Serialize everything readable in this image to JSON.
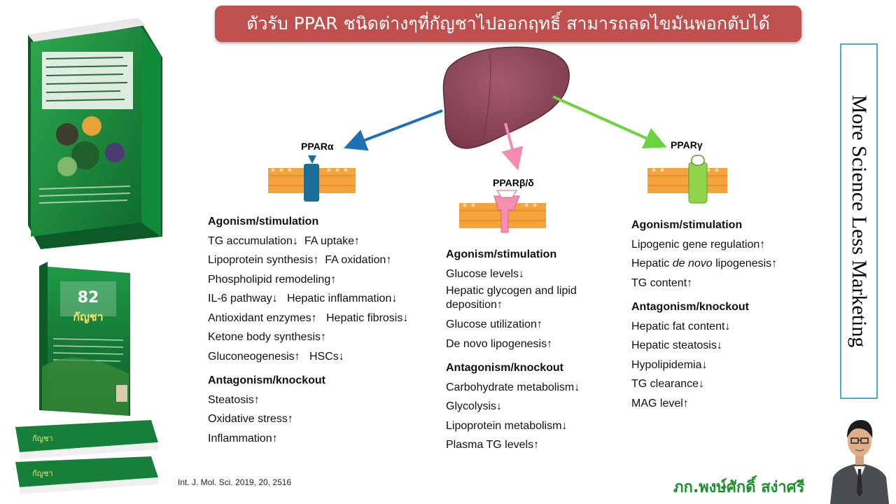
{
  "title": "ตัวรับ PPAR ชนิดต่างๆที่กัญชาไปออกฤทธิ์ สามารถลดไขมันพอกตับได้",
  "side_text": "More Science Less Marketing",
  "citation": "Int. J. Mol. Sci. 2019, 20, 2516",
  "author": "ภก.พงษ์ศักดิ์ สง่าศรี",
  "colors": {
    "title_bg": "#c0504d",
    "liver": "#8e4a5c",
    "ppar_alpha": "#1a6f99",
    "ppar_beta": "#f58fb0",
    "ppar_gamma": "#8fd44a",
    "arrow_alpha": "#1f6fb5",
    "arrow_beta": "#f28cb0",
    "arrow_gamma": "#6cd240",
    "membrane": "#f4a43c",
    "side_border": "#4bacc6",
    "author": "#1e8f2e"
  },
  "receptors": {
    "alpha": "PPARα",
    "beta": "PPARβ/δ",
    "gamma": "PPARγ"
  },
  "book_covers": {
    "top_number": "82",
    "cover_title": "กัญชา"
  },
  "columns": {
    "alpha": {
      "agonism_title": "Agonism/stimulation",
      "agonism": [
        [
          "TG accumulation↓",
          "FA uptake↑"
        ],
        [
          "Lipoprotein synthesis↑",
          "FA oxidation↑"
        ],
        [
          "Phospholipid remodeling↑",
          ""
        ],
        [
          "IL-6 pathway↓",
          "Hepatic inflammation↓"
        ],
        [
          "Antioxidant enzymes↑",
          "Hepatic fibrosis↓"
        ],
        [
          "Ketone body synthesis↑",
          ""
        ],
        [
          "Gluconeogenesis↑",
          "HSCs↓"
        ]
      ],
      "antagonism_title": "Antagonism/knockout",
      "antagonism": [
        "Steatosis↑",
        "Oxidative stress↑",
        "Inflammation↑"
      ]
    },
    "beta": {
      "agonism_title": "Agonism/stimulation",
      "agonism": [
        "Glucose levels↓",
        "Hepatic glycogen and lipid",
        "deposition↑",
        "Glucose utilization↑",
        "De novo lipogenesis↑"
      ],
      "antagonism_title": "Antagonism/knockout",
      "antagonism": [
        "Carbohydrate metabolism↓",
        "Glycolysis↓",
        "Lipoprotein metabolism↓",
        "Plasma TG levels↑"
      ]
    },
    "gamma": {
      "agonism_title": "Agonism/stimulation",
      "agonism_1": "Lipogenic gene regulation↑",
      "agonism_2_pre": "Hepatic ",
      "agonism_2_em": "de novo",
      "agonism_2_post": " lipogenesis↑",
      "agonism_3": "TG content↑",
      "antagonism_title": "Antagonism/knockout",
      "antagonism": [
        "Hepatic fat content↓",
        "Hepatic steatosis↓",
        "Hypolipidemia↓",
        "TG clearance↓",
        "MAG level↑"
      ]
    }
  }
}
